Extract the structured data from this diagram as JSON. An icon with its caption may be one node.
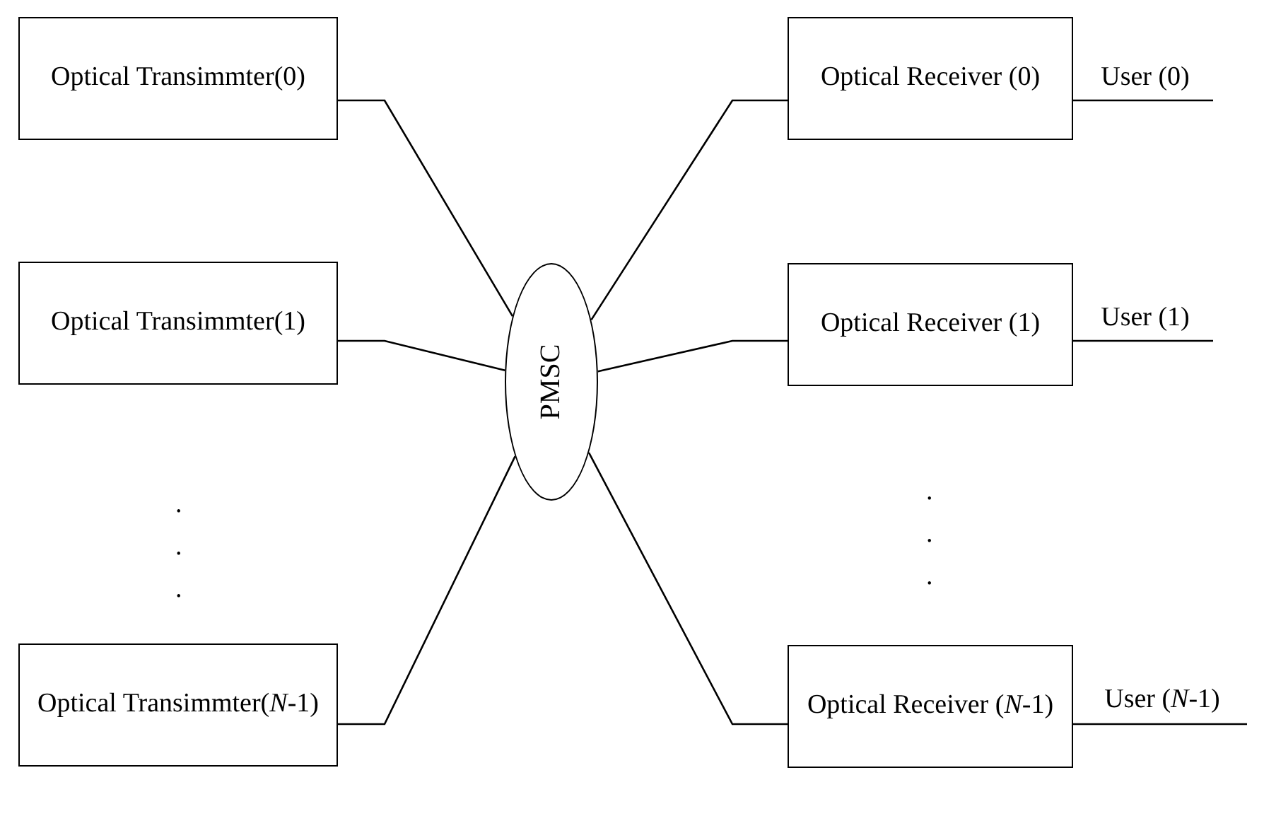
{
  "diagram": {
    "nodes": [
      {
        "text": [
          "Optical Transimmter(0)"
        ]
      },
      {
        "text": [
          "Optical Transimmter(1)"
        ]
      },
      {
        "text": [
          "Optical Transimmter(*N*-1)"
        ]
      },
      {
        "text": [
          "PMSC"
        ]
      },
      {
        "text": [
          "Optical Receiver (0)"
        ]
      },
      {
        "text": [
          "Optical Receiver (1)"
        ]
      },
      {
        "text": [
          "Optical Receiver (*N*-1)"
        ]
      },
      {
        "text": [
          "User (0)"
        ]
      },
      {
        "text": [
          "User (1)"
        ]
      },
      {
        "text": [
          "User (*N*-1)"
        ]
      }
    ],
    "edges": [
      {
        "from": 0,
        "to": 3,
        "arrow": "none"
      },
      {
        "from": 1,
        "to": 3,
        "arrow": "none"
      },
      {
        "from": 2,
        "to": 3,
        "arrow": "none"
      },
      {
        "from": 3,
        "to": 4,
        "arrow": "none"
      },
      {
        "from": 3,
        "to": 5,
        "arrow": "none"
      },
      {
        "from": 3,
        "to": 6,
        "arrow": "none"
      },
      {
        "from": 4,
        "to": 7,
        "arrow": "none"
      },
      {
        "from": 5,
        "to": 8,
        "arrow": "none"
      },
      {
        "from": 6,
        "to": 9,
        "arrow": "none"
      }
    ],
    "labels": [
      ".",
      ".",
      ".",
      ".",
      ".",
      "."
    ]
  }
}
